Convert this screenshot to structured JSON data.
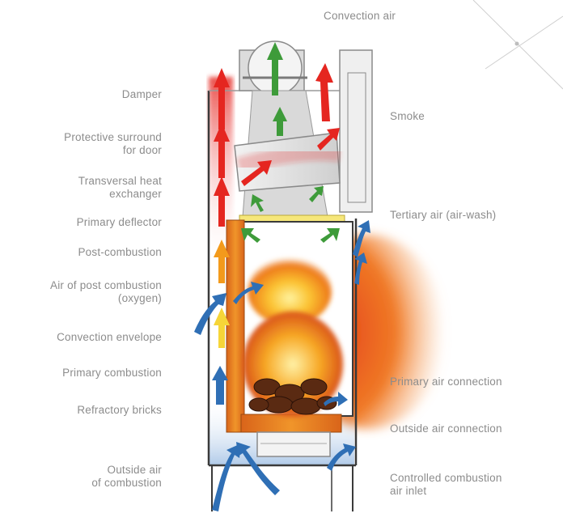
{
  "labels": {
    "convection_air": "Convection air",
    "damper": "Damper",
    "protective_surround_1": "Protective surround",
    "protective_surround_2": "for door",
    "transversal_1": "Transversal heat",
    "transversal_2": "exchanger",
    "primary_deflector": "Primary deflector",
    "post_combustion": "Post-combustion",
    "air_post_1": "Air of post combustion",
    "air_post_2": "(oxygen)",
    "convection_envelope": "Convection envelope",
    "primary_combustion": "Primary combustion",
    "refractory_bricks": "Refractory bricks",
    "outside_air_1": "Outside air",
    "outside_air_2": "of combustion",
    "smoke": "Smoke",
    "tertiary_air": "Tertiary air (air-wash)",
    "primary_air_connection": "Primary air connection",
    "outside_air_connection": "Outside air connection",
    "controlled_1": "Controlled combustion",
    "controlled_2": "air inlet"
  },
  "colors": {
    "label_text": "#8c8c8c",
    "hot_air": "#e52620",
    "warm_air": "#f39a1c",
    "convection_green": "#3e9b3a",
    "combustion_air_blue": "#2f6fb5",
    "refractory": "#e8821e",
    "outline": "#3a3a3a",
    "radiant_heat": "#e8521e"
  }
}
